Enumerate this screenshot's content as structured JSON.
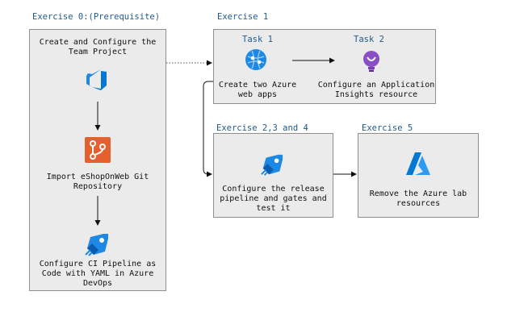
{
  "ex0": {
    "heading": "Exercise 0:(Prerequisite)",
    "step1": "Create and Configure the\nTeam Project",
    "step2": "Import eShopOnWeb Git\nRepository",
    "step3": "Configure CI Pipeline as\nCode with YAML in Azure\nDevOps"
  },
  "ex1": {
    "heading": "Exercise 1",
    "task1_label": "Task 1",
    "task1_text": "Create two Azure\nweb apps",
    "task2_label": "Task 2",
    "task2_text": "Configure an Application\nInsights resource"
  },
  "ex234": {
    "heading": "Exercise 2,3 and 4",
    "text": "Configure the release\npipeline and gates and\ntest it"
  },
  "ex5": {
    "heading": "Exercise 5",
    "text": "Remove the Azure lab\nresources"
  },
  "colors": {
    "heading": "#1e5a8f",
    "box_fill": "#ebebeb",
    "azure_blue": "#0078d4",
    "git_orange": "#e4602f",
    "insights_purple": "#8a4fc4"
  }
}
